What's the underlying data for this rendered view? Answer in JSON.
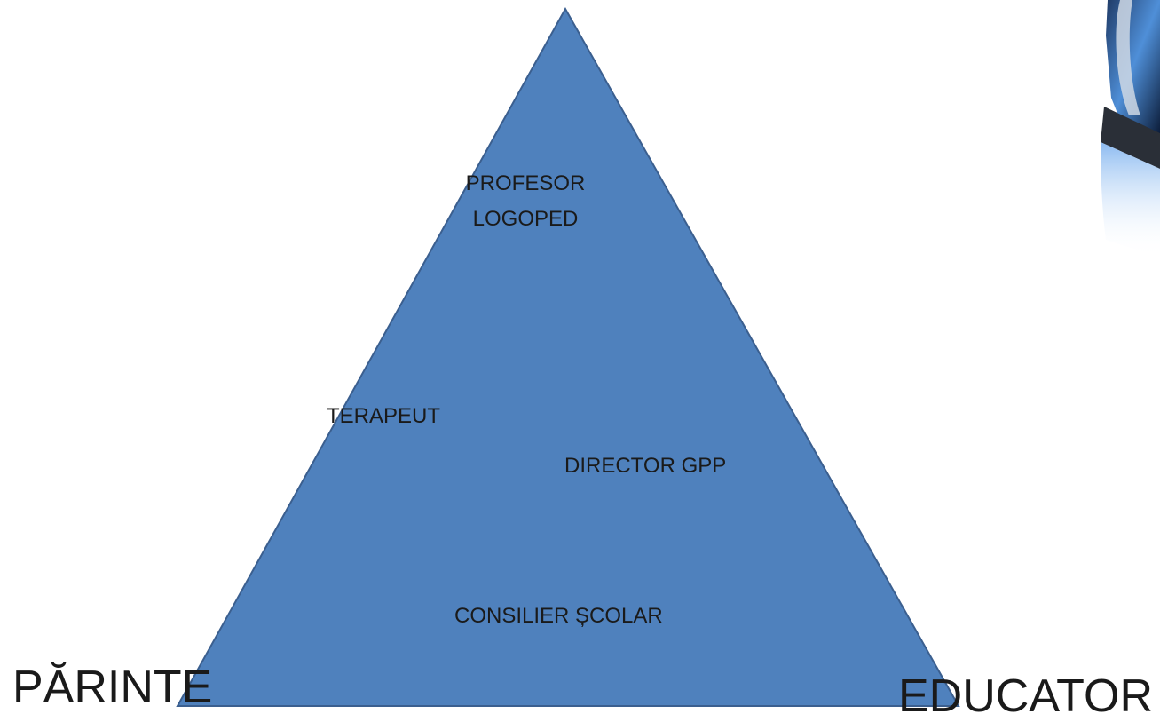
{
  "diagram": {
    "triangle_color": "#4f81bd",
    "triangle_stroke": "#3b5f8f",
    "roles": {
      "profesor": "PROFESOR",
      "logoped": "LOGOPED",
      "terapeut": "TERAPEUT",
      "director": "DIRECTOR GPP",
      "consilier": "CONSILIER ȘCOLAR"
    },
    "corners": {
      "left": "PĂRINTE",
      "right": "EDUCATOR"
    },
    "decoration": {
      "icon": "laptop-icon"
    }
  }
}
